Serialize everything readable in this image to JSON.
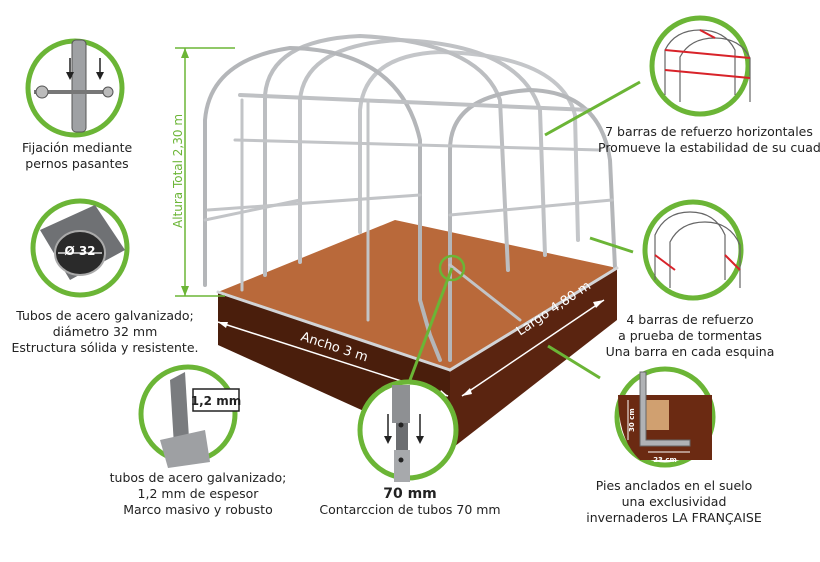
{
  "dimensions": {
    "height": "Altura Total 2,30 m",
    "width": "Ancho 3 m",
    "length": "Largo 4,80 m"
  },
  "callouts": {
    "bolts": [
      "Fijación mediante",
      "pernos pasantes"
    ],
    "tube_diameter_badge": "Ø 32",
    "tube_diameter": [
      "Tubos de acero galvanizado;",
      "diámetro 32 mm",
      "Estructura sólida y resistente."
    ],
    "thickness_badge": "1,2 mm",
    "thickness": [
      "tubos de acero galvanizado;",
      "1,2 mm de espesor",
      "Marco masivo y robusto"
    ],
    "connection_title": "70 mm",
    "connection_sub": "Contarccion de tubos 70 mm",
    "horizontal_bars": [
      "7 barras de refuerzo horizontales",
      "Promueve la estabilidad de su cuadro"
    ],
    "storm_bars": [
      "4 barras de refuerzo",
      "a prueba de tormentas",
      "Una barra en cada esquina"
    ],
    "anchor_depth": "30 cm",
    "anchor_width": "23 cm",
    "anchors": [
      "Pies anclados en el suelo",
      "una exclusividad",
      "invernaderos LA FRANÇAISE"
    ]
  },
  "colors": {
    "accent_green": "#6bb536",
    "soil": "#b9693a",
    "soil_dark": "#4a1e0c",
    "frame": "#c7c9cc",
    "reinforcement_red": "#d8232a"
  },
  "icons": [
    "bolt-icon",
    "tube-section-icon",
    "tube-wall-icon",
    "tube-joint-icon",
    "frame-thumbnail-icon",
    "anchor-foot-icon"
  ]
}
